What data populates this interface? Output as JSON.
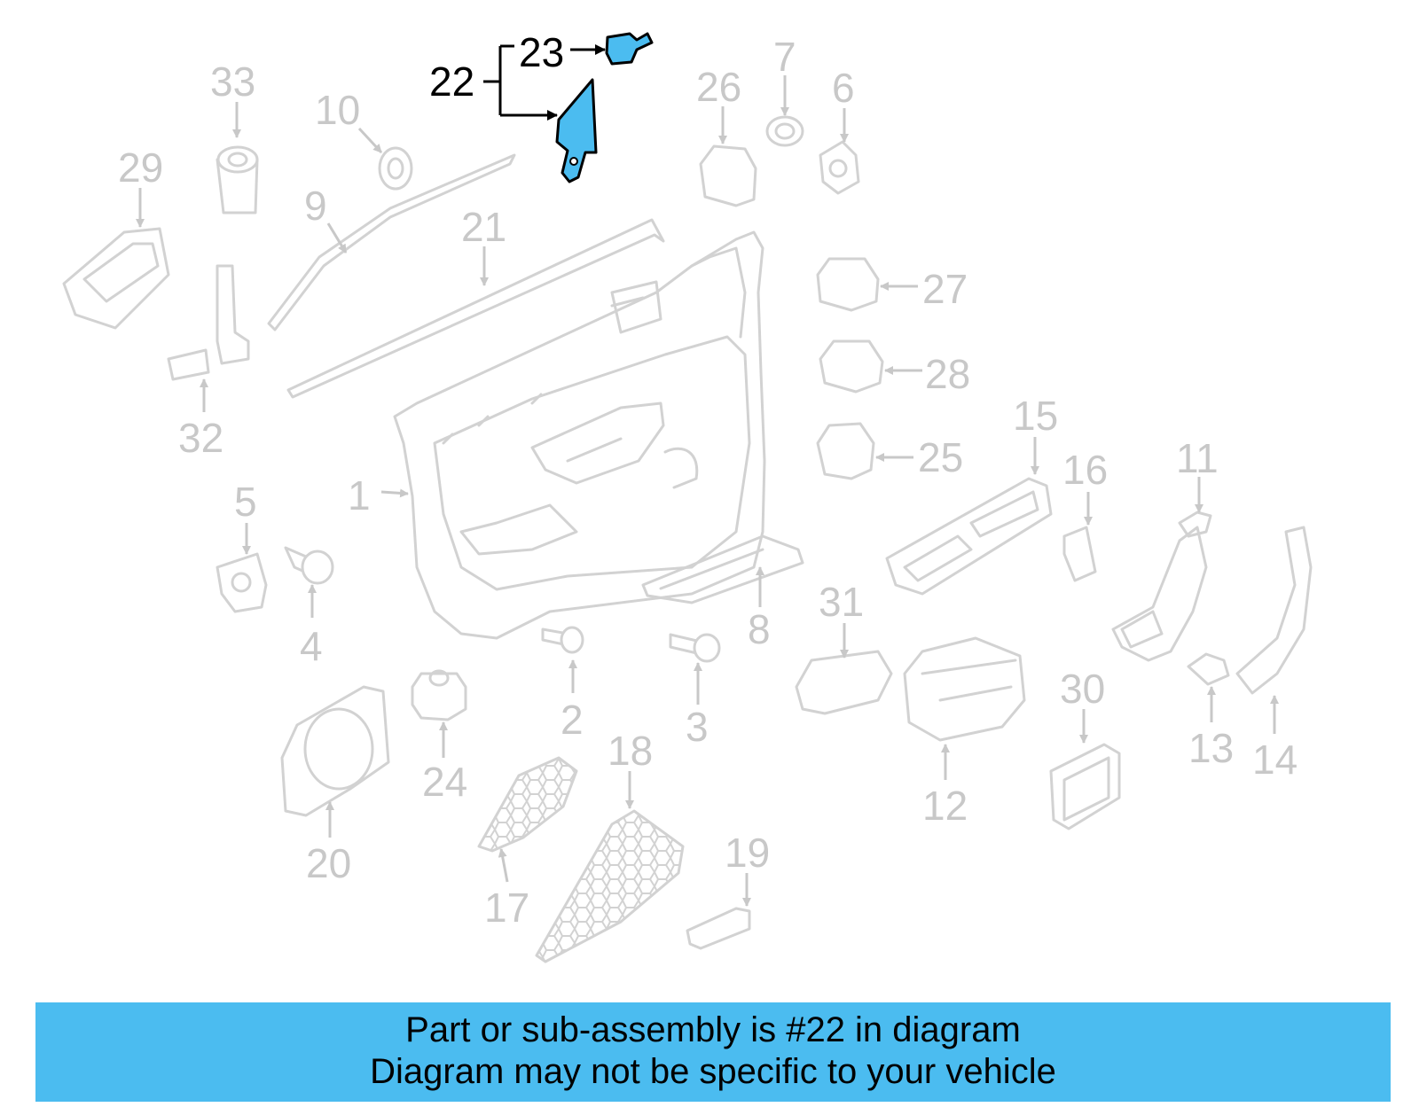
{
  "diagram": {
    "highlight_color": "#4bbcf0",
    "part_color": "#c8c8c8",
    "highlighted_part": "22",
    "labels": {
      "l1": "1",
      "l2": "2",
      "l3": "3",
      "l4": "4",
      "l5": "5",
      "l6": "6",
      "l7": "7",
      "l8": "8",
      "l9": "9",
      "l10": "10",
      "l11": "11",
      "l12": "12",
      "l13": "13",
      "l14": "14",
      "l15": "15",
      "l16": "16",
      "l17": "17",
      "l18": "18",
      "l19": "19",
      "l20": "20",
      "l21": "21",
      "l22": "22",
      "l23": "23",
      "l24": "24",
      "l25": "25",
      "l26": "26",
      "l27": "27",
      "l28": "28",
      "l29": "29",
      "l30": "30",
      "l31": "31",
      "l32": "32",
      "l33": "33"
    }
  },
  "footer": {
    "line1": "Part or sub-assembly is #22 in diagram",
    "line2": "Diagram may not be specific to your vehicle"
  }
}
